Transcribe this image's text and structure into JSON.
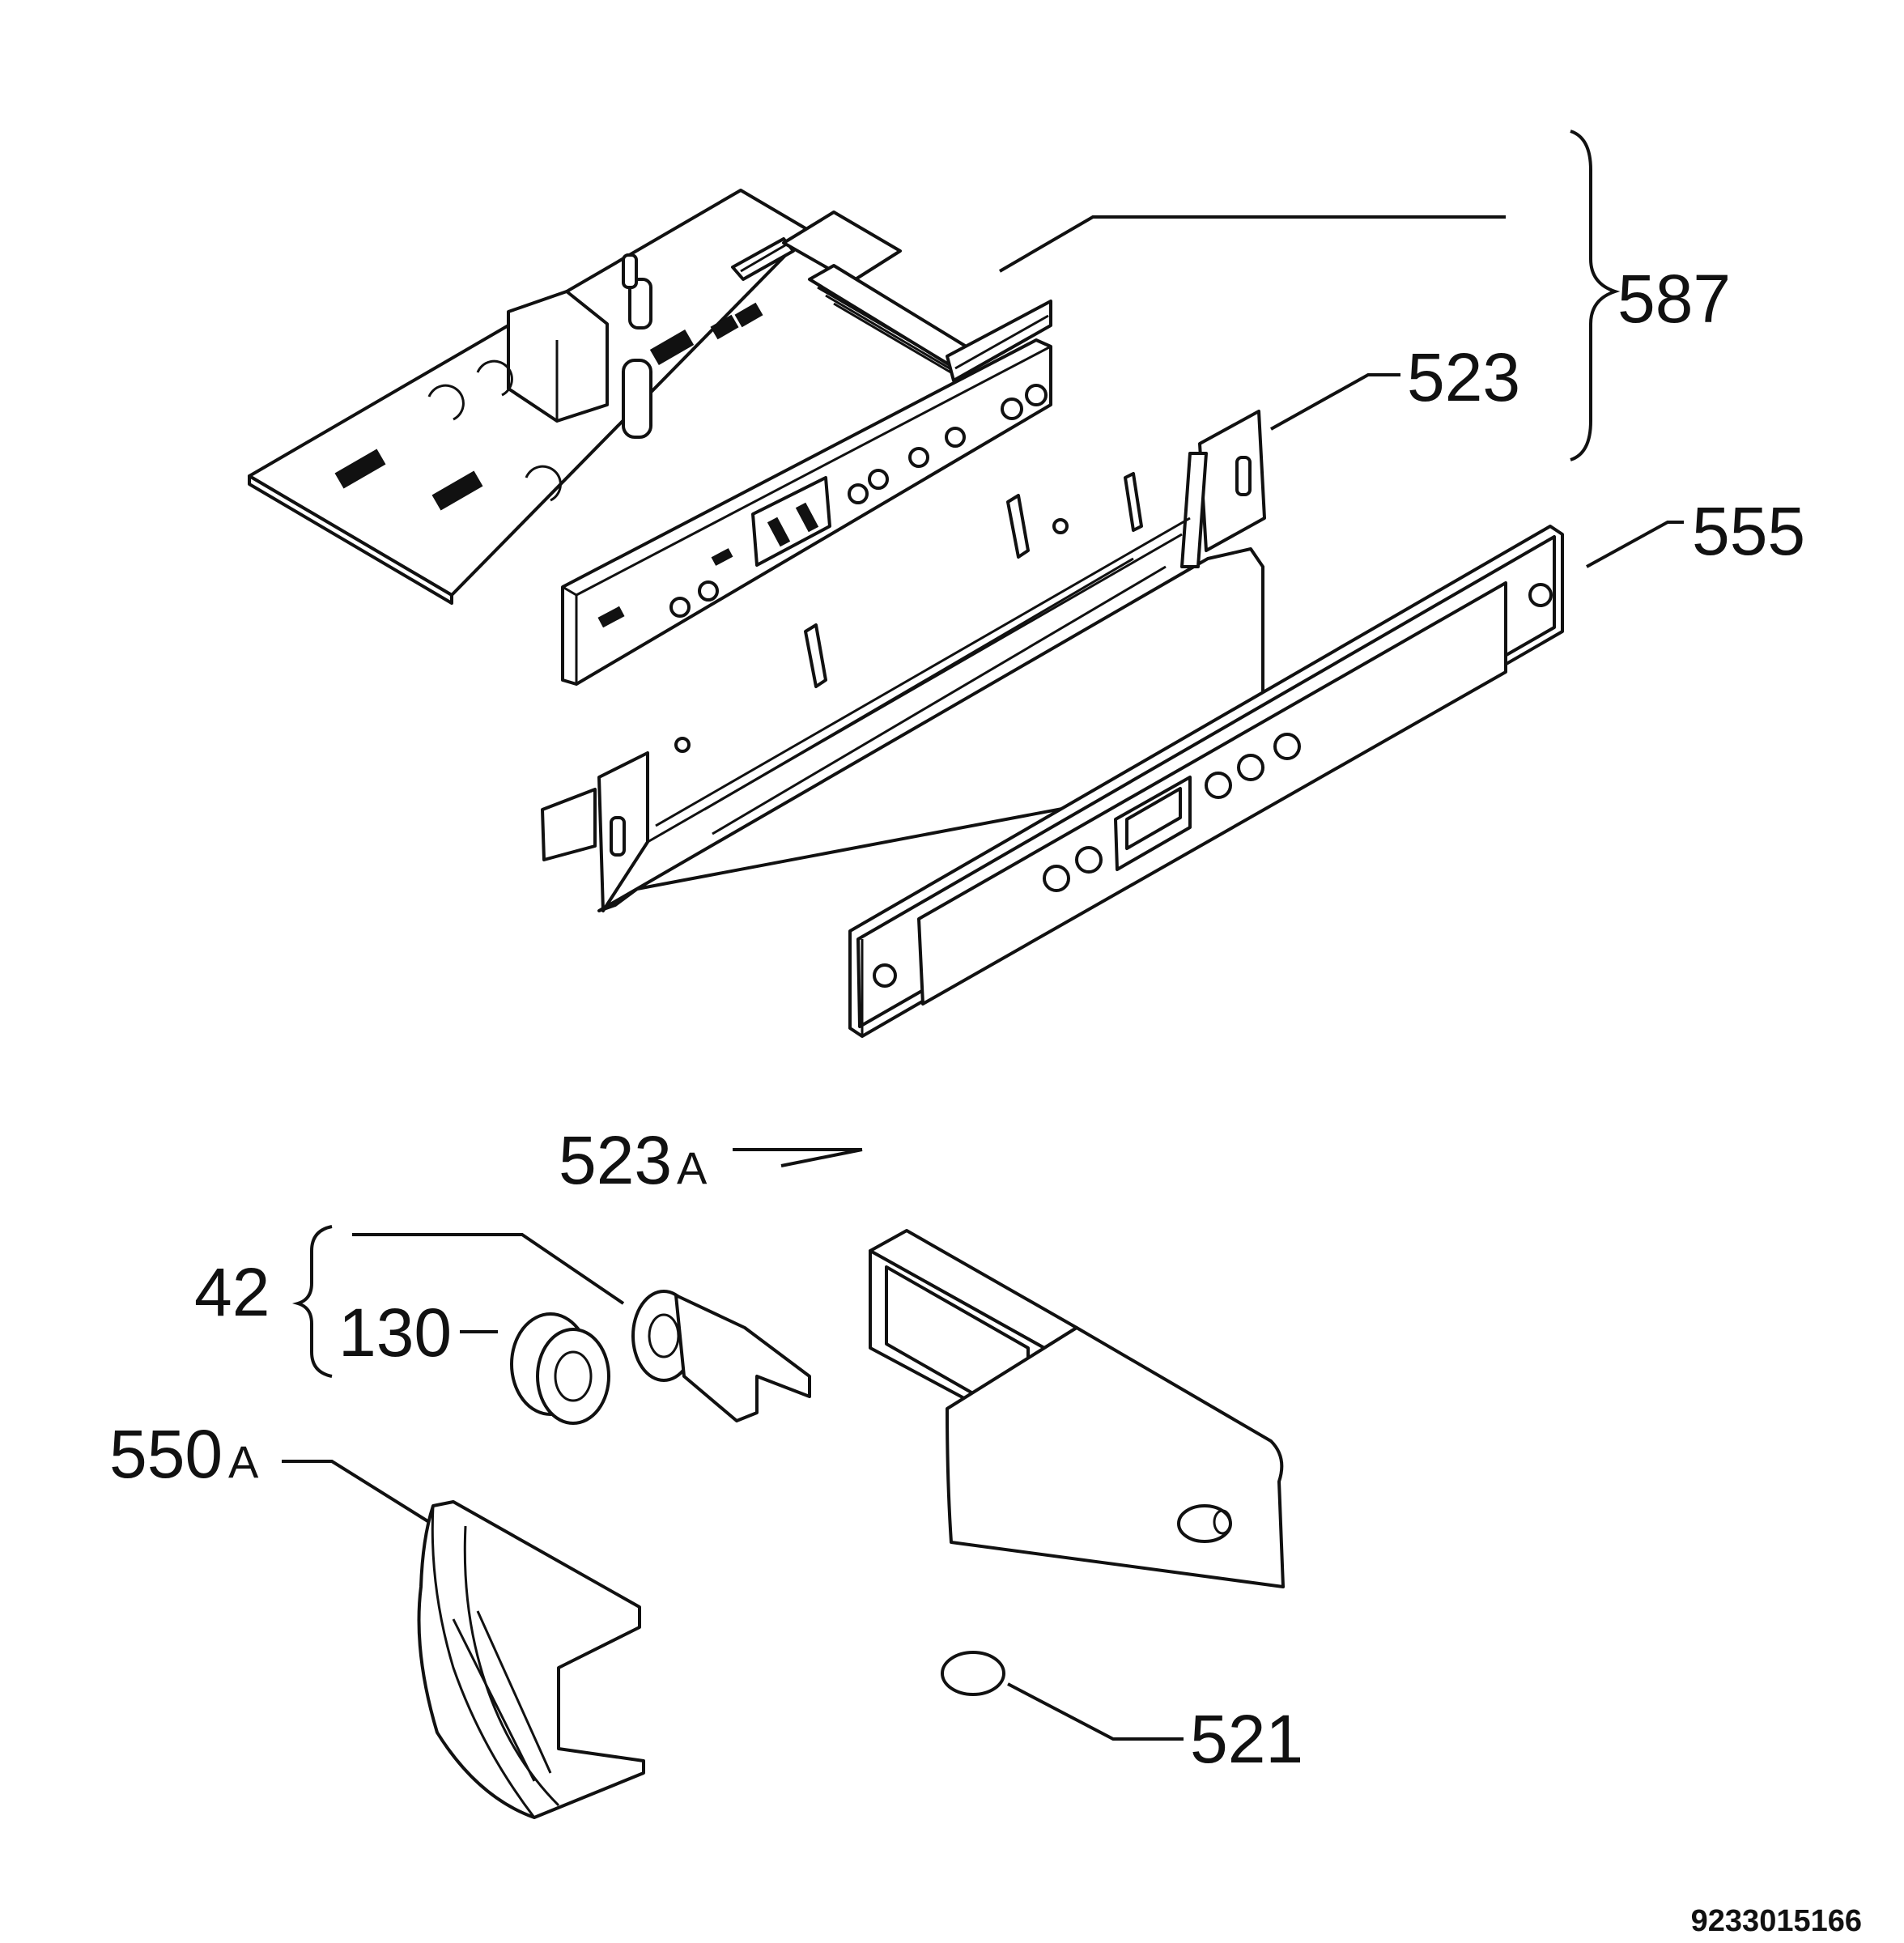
{
  "callouts": {
    "c587": "587",
    "c523": "523",
    "c555": "555",
    "c523a_num": "523",
    "c523a_suffix": "A",
    "c42": "42",
    "c130": "130",
    "c550a_num": "550",
    "c550a_suffix": "A",
    "c521": "521"
  },
  "document_number": "9233015166"
}
